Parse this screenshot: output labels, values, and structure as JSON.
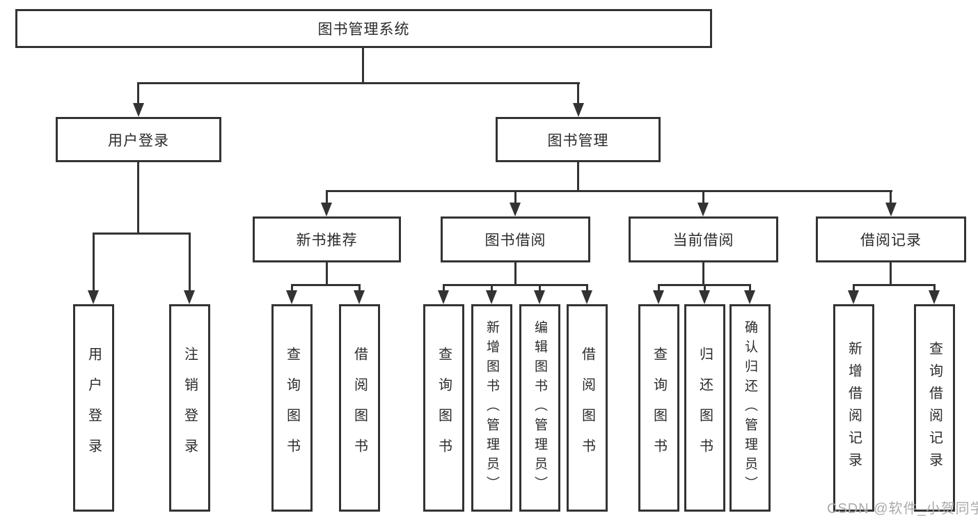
{
  "diagram": {
    "root": {
      "label": "图书管理系统"
    },
    "level2": {
      "user_login": {
        "label": "用户登录"
      },
      "book_mgmt": {
        "label": "图书管理"
      }
    },
    "level3": {
      "new_books": {
        "label": "新书推荐"
      },
      "book_borrow": {
        "label": "图书借阅"
      },
      "current_borrow": {
        "label": "当前借阅"
      },
      "borrow_records": {
        "label": "借阅记录"
      }
    },
    "leaves": {
      "user_login": [
        "用户登录",
        "注销登录"
      ],
      "new_books": [
        "查询图书",
        "借阅图书"
      ],
      "book_borrow": [
        "查询图书",
        "新增图书（管理员）",
        "编辑图书（管理员）",
        "借阅图书"
      ],
      "current_borrow": [
        "查询图书",
        "归还图书",
        "确认归还（管理员）"
      ],
      "borrow_records": [
        "新增借阅记录",
        "查询借阅记录"
      ]
    },
    "watermark": "CSDN @软件_小贺同学",
    "colors": {
      "line": "#333333",
      "text": "#2b2b2b",
      "background": "#ffffff",
      "watermark_color": "#ababab"
    }
  }
}
